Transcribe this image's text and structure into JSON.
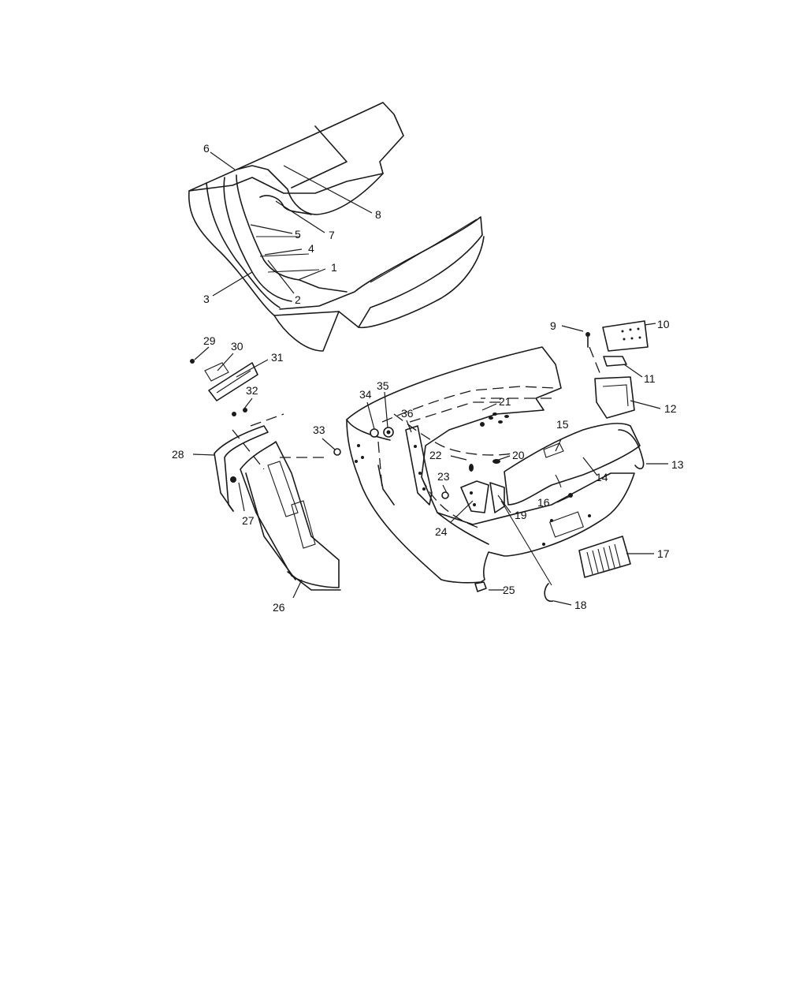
{
  "callouts": {
    "c1": "1",
    "c2": "2",
    "c3": "3",
    "c4": "4",
    "c5": "5",
    "c6": "6",
    "c7": "7",
    "c8": "8",
    "c9": "9",
    "c10": "10",
    "c11": "11",
    "c12": "12",
    "c13": "13",
    "c14": "14",
    "c15": "15",
    "c16": "16",
    "c17": "17",
    "c18": "18",
    "c19": "19",
    "c20": "20",
    "c21": "21",
    "c22": "22",
    "c23": "23",
    "c24": "24",
    "c25": "25",
    "c26": "26",
    "c27": "27",
    "c28": "28",
    "c29": "29",
    "c30": "30",
    "c31": "31",
    "c32": "32",
    "c33": "33",
    "c34": "34",
    "c35": "35",
    "c36": "36"
  },
  "colors": {
    "ink": "#1a1a1a",
    "paper": "#ffffff"
  }
}
